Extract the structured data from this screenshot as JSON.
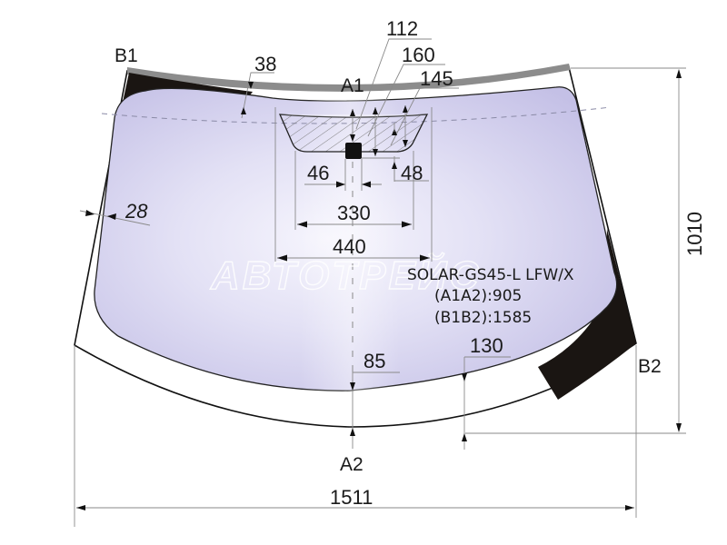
{
  "product": {
    "code": "SOLAR-GS45-L LFW/X",
    "a1a2": "(A1A2):905",
    "b1b2": "(B1B2):1585"
  },
  "points": {
    "a1": "A1",
    "a2": "A2",
    "b1": "B1",
    "b2": "B2"
  },
  "dimensions": {
    "overall_width": "1511",
    "overall_height": "1010",
    "top_black_band": "38",
    "side_band": "28",
    "sensor_zone_112": "112",
    "sensor_zone_160": "160",
    "sensor_zone_145": "145",
    "sensor_width": "46",
    "sensor_offset": "48",
    "hatched_width": "330",
    "zone_width": "440",
    "bottom_center": "85",
    "bottom_side": "130"
  },
  "watermark": "АВТОТРЕЙС",
  "colors": {
    "glass_light": "#f2f1fb",
    "glass_dark": "#c9c5e8",
    "frit": "#1a1512",
    "molding": "#8c8c8c"
  }
}
